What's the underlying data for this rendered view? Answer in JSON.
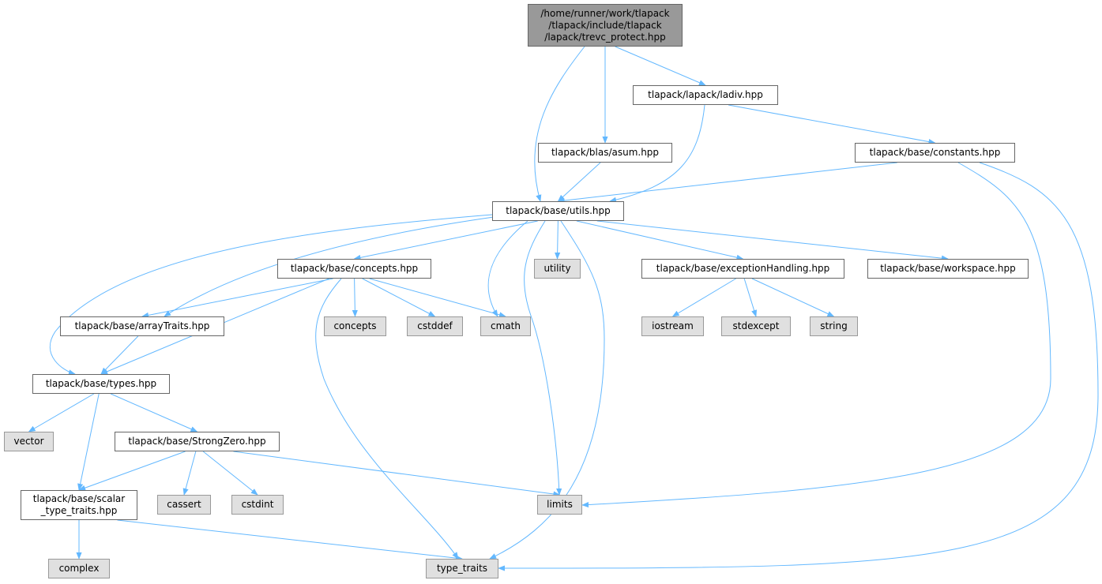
{
  "colors": {
    "edge": "#63b8ff",
    "root_fill": "#999999",
    "system_fill": "#e0e0e0",
    "file_fill": "#ffffff"
  },
  "nodes": [
    {
      "id": "root",
      "label": "/home/runner/work/tlapack\n/tlapack/include/tlapack\n/lapack/trevc_protect.hpp",
      "kind": "root"
    },
    {
      "id": "ladiv",
      "label": "tlapack/lapack/ladiv.hpp",
      "kind": "file"
    },
    {
      "id": "asum",
      "label": "tlapack/blas/asum.hpp",
      "kind": "file"
    },
    {
      "id": "constants",
      "label": "tlapack/base/constants.hpp",
      "kind": "file"
    },
    {
      "id": "utils",
      "label": "tlapack/base/utils.hpp",
      "kind": "file"
    },
    {
      "id": "concepts_hpp",
      "label": "tlapack/base/concepts.hpp",
      "kind": "file"
    },
    {
      "id": "utility",
      "label": "utility",
      "kind": "sys"
    },
    {
      "id": "exceptionHandling",
      "label": "tlapack/base/exceptionHandling.hpp",
      "kind": "file"
    },
    {
      "id": "workspace",
      "label": "tlapack/base/workspace.hpp",
      "kind": "file"
    },
    {
      "id": "arrayTraits",
      "label": "tlapack/base/arrayTraits.hpp",
      "kind": "file"
    },
    {
      "id": "concepts",
      "label": "concepts",
      "kind": "sys"
    },
    {
      "id": "cstddef",
      "label": "cstddef",
      "kind": "sys"
    },
    {
      "id": "cmath",
      "label": "cmath",
      "kind": "sys"
    },
    {
      "id": "iostream",
      "label": "iostream",
      "kind": "sys"
    },
    {
      "id": "stdexcept",
      "label": "stdexcept",
      "kind": "sys"
    },
    {
      "id": "string",
      "label": "string",
      "kind": "sys"
    },
    {
      "id": "types",
      "label": "tlapack/base/types.hpp",
      "kind": "file"
    },
    {
      "id": "vector",
      "label": "vector",
      "kind": "sys"
    },
    {
      "id": "StrongZero",
      "label": "tlapack/base/StrongZero.hpp",
      "kind": "file"
    },
    {
      "id": "scalar_type_traits",
      "label": "tlapack/base/scalar\n_type_traits.hpp",
      "kind": "file"
    },
    {
      "id": "cassert",
      "label": "cassert",
      "kind": "sys"
    },
    {
      "id": "cstdint",
      "label": "cstdint",
      "kind": "sys"
    },
    {
      "id": "limits",
      "label": "limits",
      "kind": "sys"
    },
    {
      "id": "complex",
      "label": "complex",
      "kind": "sys"
    },
    {
      "id": "type_traits",
      "label": "type_traits",
      "kind": "sys"
    }
  ],
  "edges": [
    [
      "root",
      "utils"
    ],
    [
      "root",
      "asum"
    ],
    [
      "root",
      "ladiv"
    ],
    [
      "ladiv",
      "utils"
    ],
    [
      "ladiv",
      "constants"
    ],
    [
      "asum",
      "utils"
    ],
    [
      "constants",
      "utils"
    ],
    [
      "constants",
      "limits"
    ],
    [
      "constants",
      "type_traits"
    ],
    [
      "utils",
      "types"
    ],
    [
      "utils",
      "arrayTraits"
    ],
    [
      "utils",
      "concepts_hpp"
    ],
    [
      "utils",
      "cmath"
    ],
    [
      "utils",
      "limits"
    ],
    [
      "utils",
      "utility"
    ],
    [
      "utils",
      "type_traits"
    ],
    [
      "utils",
      "exceptionHandling"
    ],
    [
      "utils",
      "workspace"
    ],
    [
      "concepts_hpp",
      "arrayTraits"
    ],
    [
      "concepts_hpp",
      "types"
    ],
    [
      "concepts_hpp",
      "type_traits"
    ],
    [
      "concepts_hpp",
      "concepts"
    ],
    [
      "concepts_hpp",
      "cstddef"
    ],
    [
      "concepts_hpp",
      "cmath"
    ],
    [
      "exceptionHandling",
      "iostream"
    ],
    [
      "exceptionHandling",
      "stdexcept"
    ],
    [
      "exceptionHandling",
      "string"
    ],
    [
      "arrayTraits",
      "types"
    ],
    [
      "types",
      "vector"
    ],
    [
      "types",
      "scalar_type_traits"
    ],
    [
      "types",
      "StrongZero"
    ],
    [
      "StrongZero",
      "scalar_type_traits"
    ],
    [
      "StrongZero",
      "cassert"
    ],
    [
      "StrongZero",
      "cstdint"
    ],
    [
      "StrongZero",
      "limits"
    ],
    [
      "scalar_type_traits",
      "complex"
    ],
    [
      "scalar_type_traits",
      "type_traits"
    ]
  ]
}
